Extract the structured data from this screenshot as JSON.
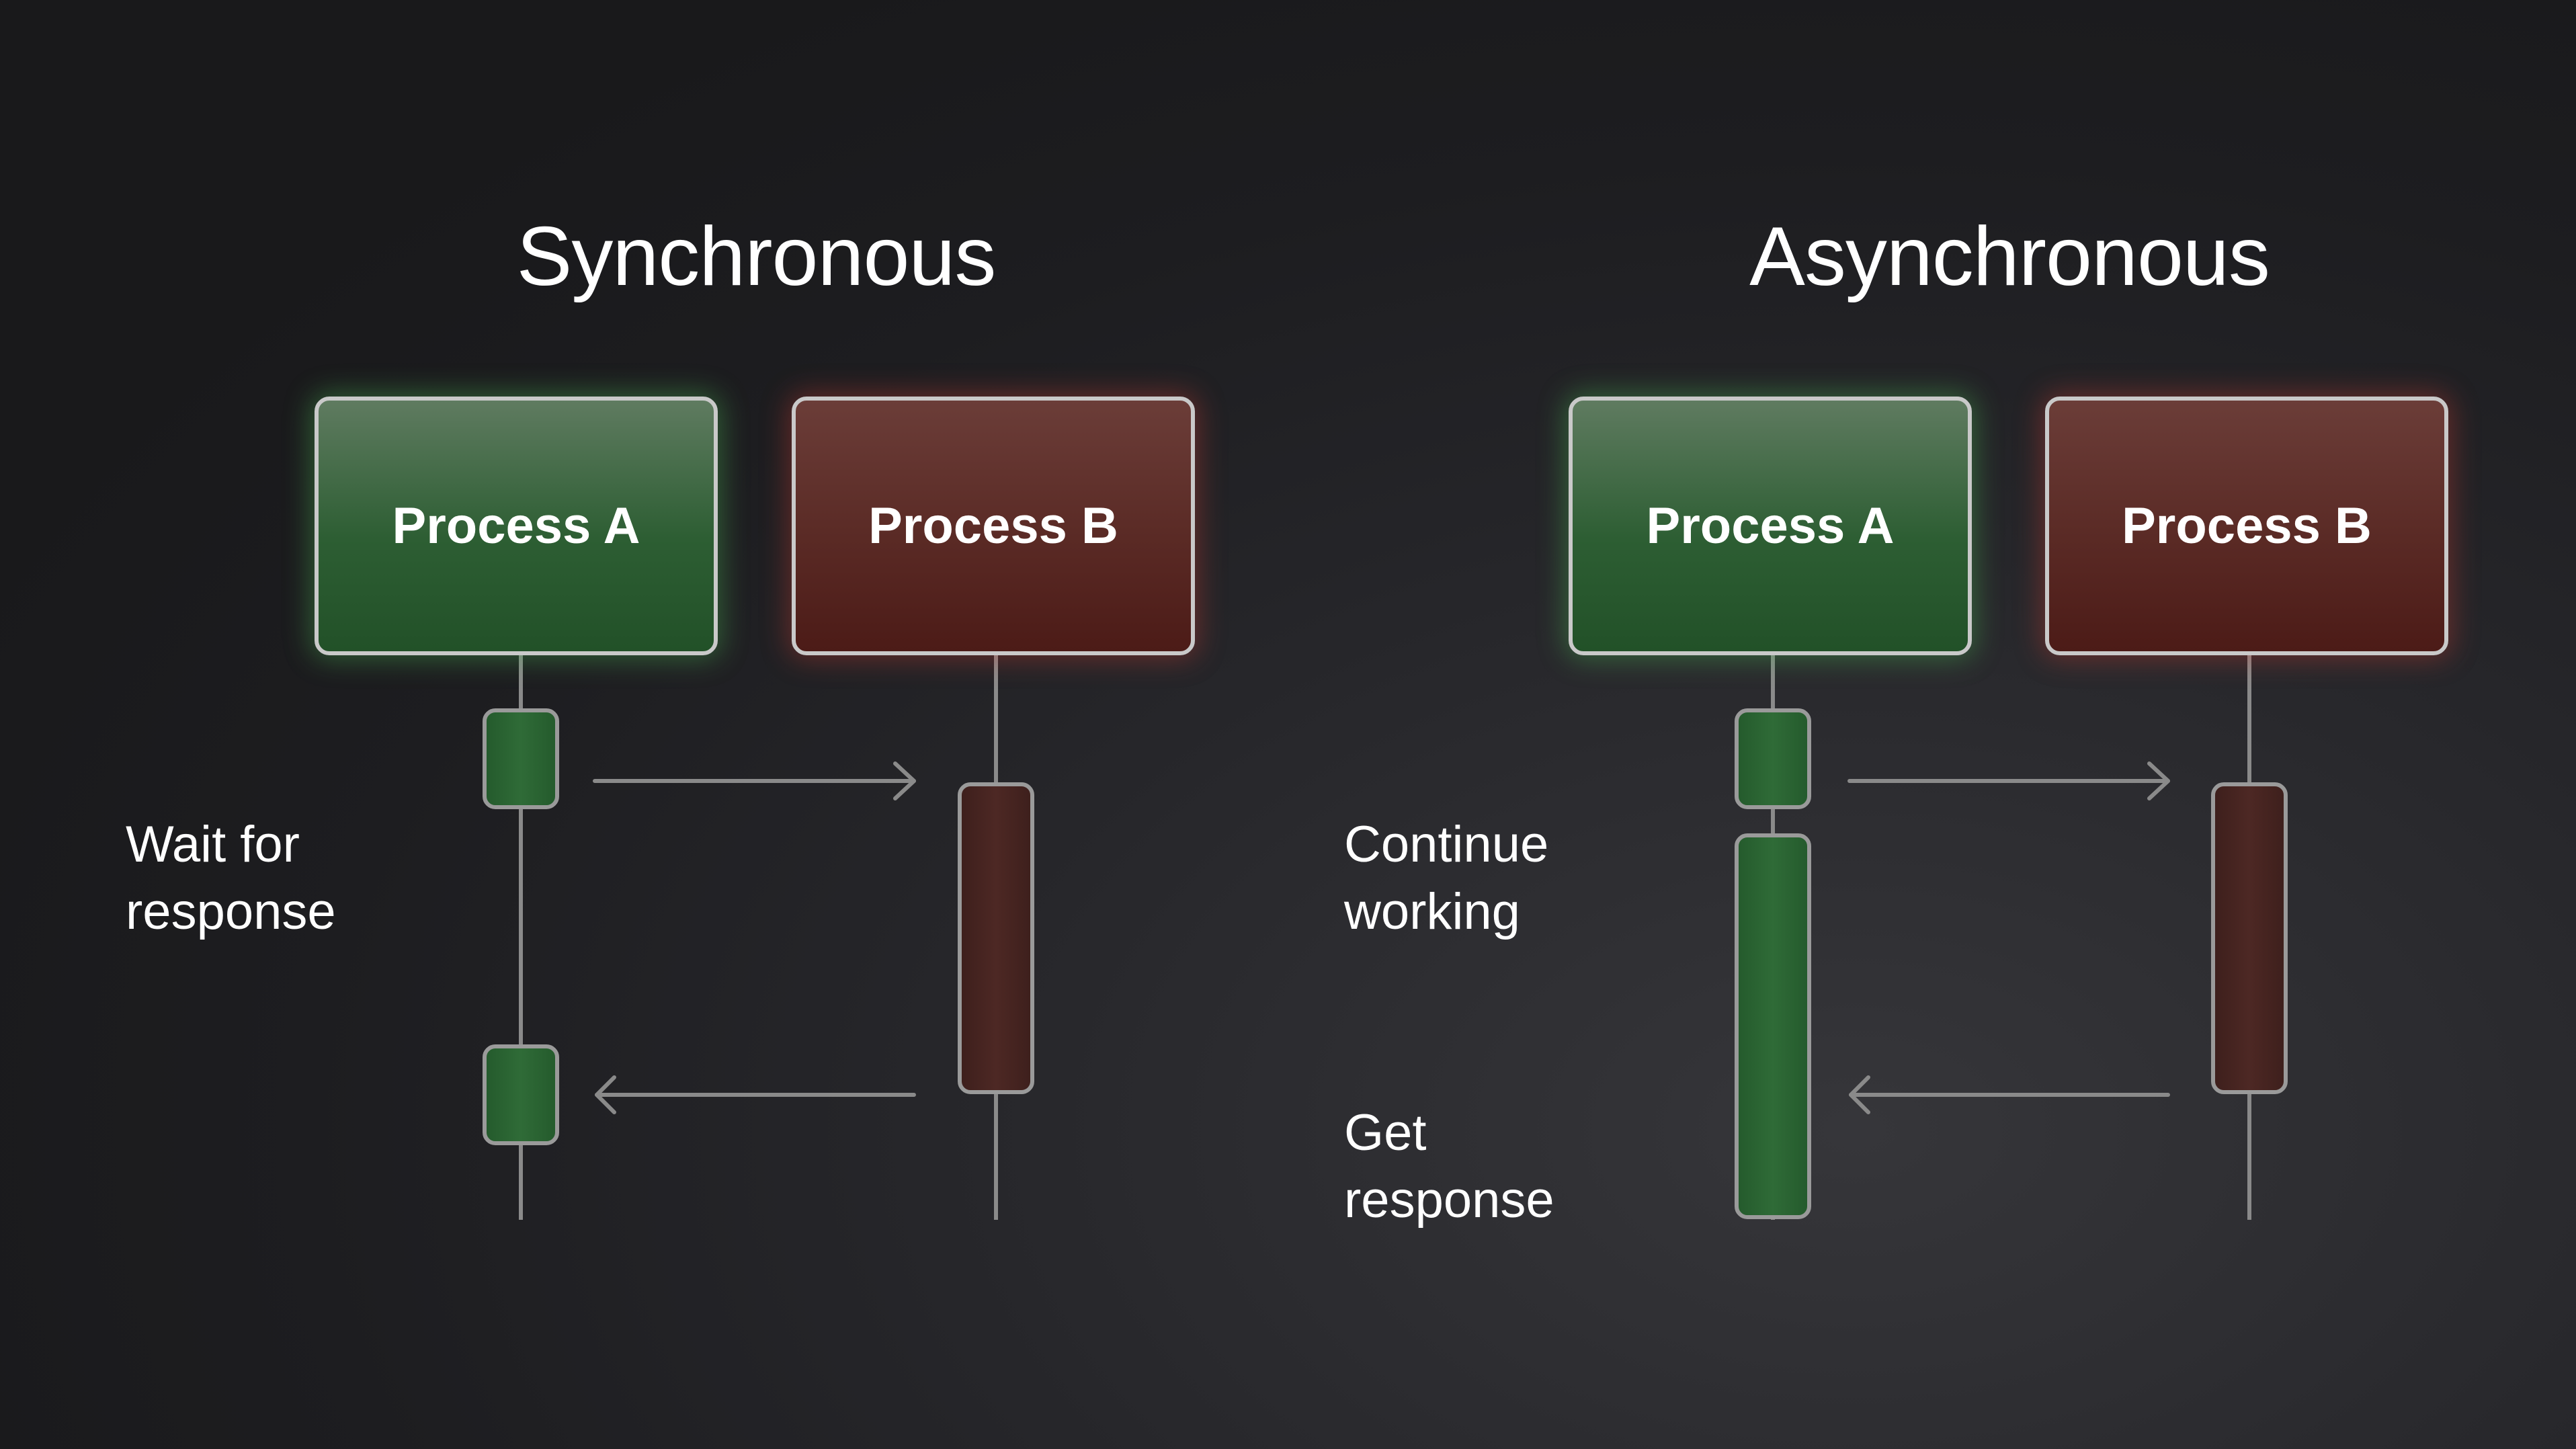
{
  "sync": {
    "title": "Synchronous",
    "process_a": "Process A",
    "process_b": "Process B",
    "label_line1": "Wait for",
    "label_line2": "response"
  },
  "async": {
    "title": "Asynchronous",
    "process_a": "Process A",
    "process_b": "Process B",
    "continue_line1": "Continue",
    "continue_line2": "working",
    "get_line1": "Get",
    "get_line2": "response"
  },
  "colors": {
    "process_a_green": "#2d5e33",
    "process_b_red": "#5a2a25",
    "lifeline_gray": "#8a8a8a",
    "text": "#ffffff"
  }
}
